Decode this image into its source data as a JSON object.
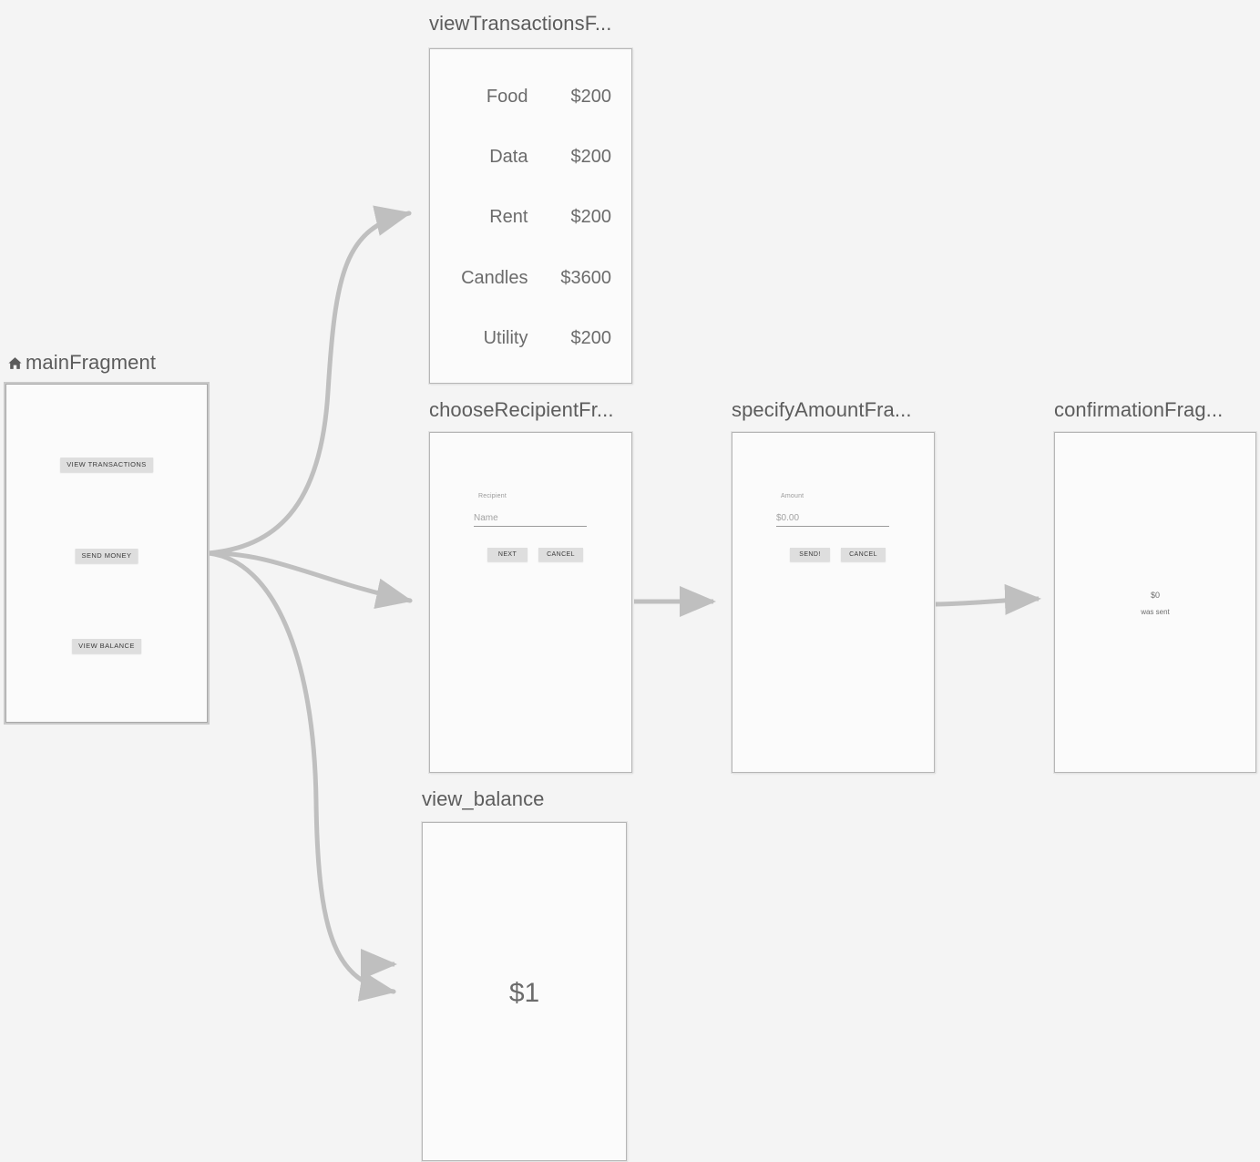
{
  "canvas": {
    "background": "#f4f4f4",
    "edge_color": "#bfbfbf",
    "frame_background": "#fbfbfb",
    "frame_border": "#b6b6b6",
    "label_color": "#5c5c5c",
    "button_background": "#dedede"
  },
  "nodes": {
    "main": {
      "label": "mainFragment",
      "icon": "home-icon",
      "is_start_destination": true,
      "buttons": [
        {
          "label": "VIEW TRANSACTIONS"
        },
        {
          "label": "SEND MONEY"
        },
        {
          "label": "VIEW BALANCE"
        }
      ]
    },
    "view_transactions": {
      "label": "viewTransactionsF...",
      "full_label": "viewTransactionsFragment",
      "transactions": [
        {
          "name": "Food",
          "amount": "$200"
        },
        {
          "name": "Data",
          "amount": "$200"
        },
        {
          "name": "Rent",
          "amount": "$200"
        },
        {
          "name": "Candles",
          "amount": "$3600"
        },
        {
          "name": "Utility",
          "amount": "$200"
        }
      ]
    },
    "choose_recipient": {
      "label": "chooseRecipientFr...",
      "full_label": "chooseRecipientFragment",
      "field_label": "Recipient",
      "field_placeholder": "Name",
      "field_value": "",
      "primary_button": "NEXT",
      "secondary_button": "CANCEL"
    },
    "specify_amount": {
      "label": "specifyAmountFra...",
      "full_label": "specifyAmountFragment",
      "field_label": "Amount",
      "field_placeholder": "$0.00",
      "field_value": "",
      "primary_button": "SEND!",
      "secondary_button": "CANCEL"
    },
    "confirmation": {
      "label": "confirmationFrag...",
      "full_label": "confirmationFragment",
      "amount": "$0",
      "message": "was sent"
    },
    "view_balance": {
      "label": "view_balance",
      "balance": "$1"
    }
  },
  "edges": [
    {
      "from": "main",
      "to": "view_transactions",
      "style": "curved"
    },
    {
      "from": "main",
      "to": "choose_recipient",
      "style": "curved"
    },
    {
      "from": "main",
      "to": "view_balance",
      "style": "curved"
    },
    {
      "from": "choose_recipient",
      "to": "specify_amount",
      "style": "straight"
    },
    {
      "from": "specify_amount",
      "to": "confirmation",
      "style": "straight"
    }
  ]
}
